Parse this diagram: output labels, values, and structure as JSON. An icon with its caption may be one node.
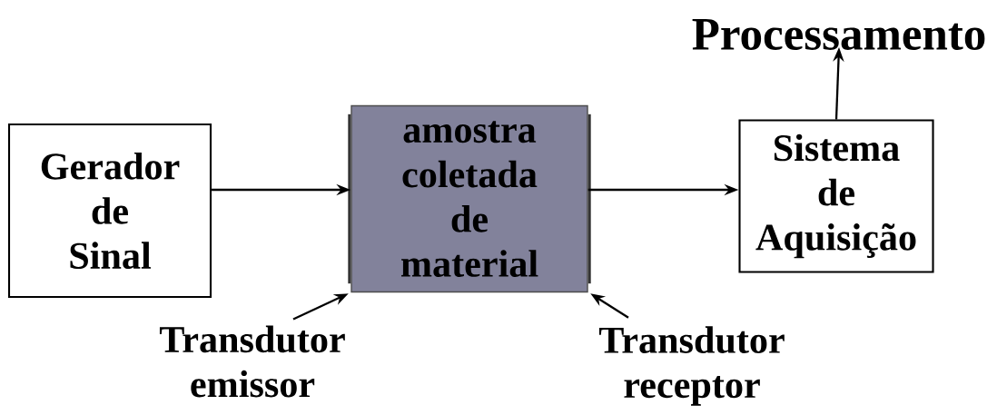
{
  "diagram": {
    "nodes": [
      {
        "text": [
          "Gerador de Sinal"
        ]
      },
      {
        "text": [
          "amostra coletada de material"
        ]
      },
      {
        "text": [
          "Sistema de Aquisição"
        ]
      },
      {
        "text": [
          "Processamento"
        ]
      },
      {
        "text": [
          "Transdutor emissor"
        ]
      },
      {
        "text": [
          "Transdutor receptor"
        ]
      }
    ],
    "edges": [
      {
        "from": 0,
        "to": 1,
        "arrow": "to"
      },
      {
        "from": 1,
        "to": 2,
        "arrow": "to"
      },
      {
        "from": 2,
        "to": 3,
        "arrow": "to"
      },
      {
        "from": 4,
        "to": 1,
        "arrow": "to"
      },
      {
        "from": 5,
        "to": 1,
        "arrow": "to"
      }
    ]
  }
}
